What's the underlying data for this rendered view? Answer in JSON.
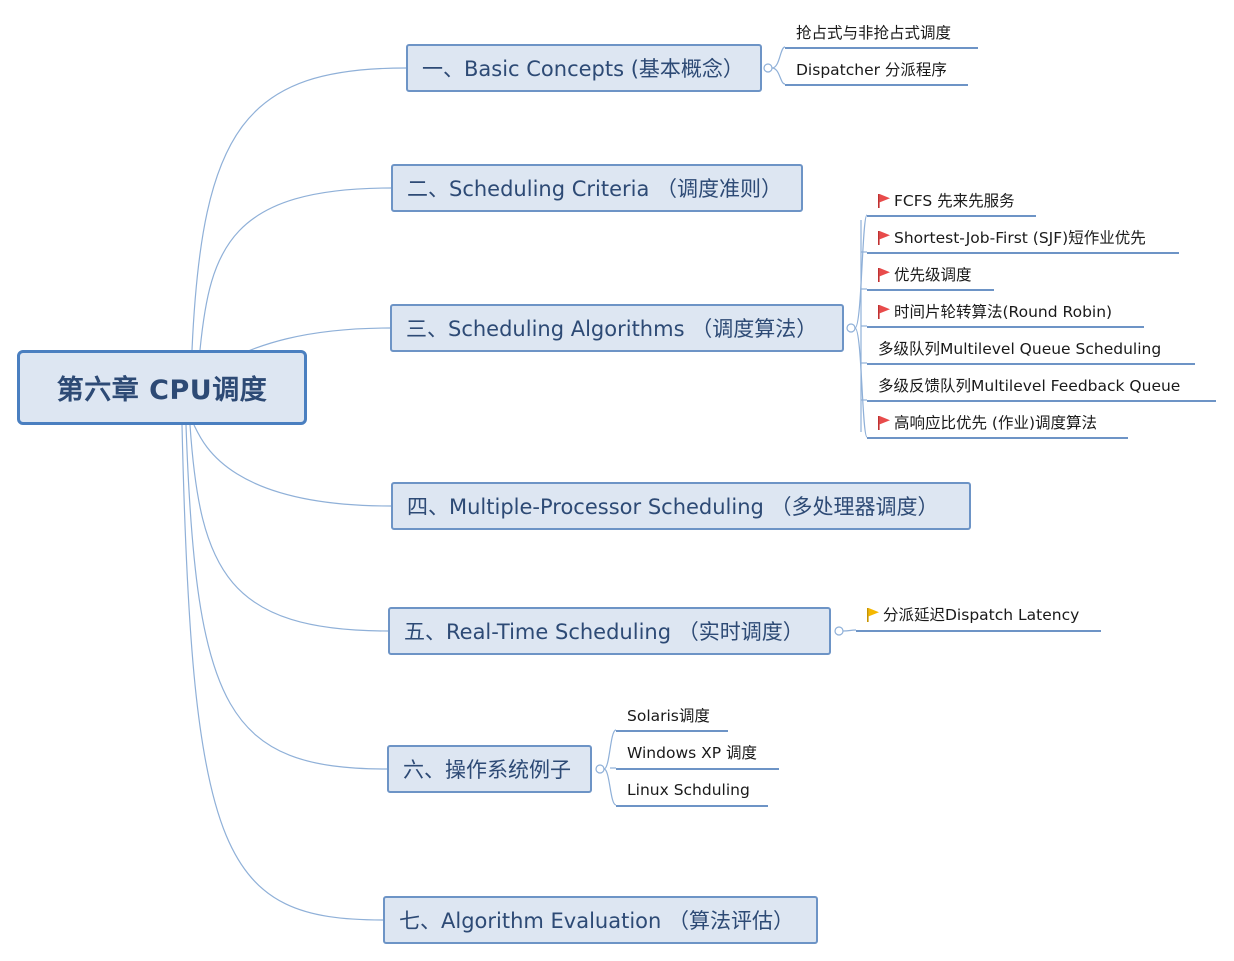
{
  "root": {
    "label": "第六章 CPU调度"
  },
  "topics": [
    {
      "label": "一、Basic Concepts (基本概念）",
      "children": [
        "抢占式与非抢占式调度",
        "Dispatcher 分派程序"
      ]
    },
    {
      "label": "二、Scheduling Criteria （调度准则）",
      "children": []
    },
    {
      "label": "三、Scheduling Algorithms （调度算法）",
      "children": [
        {
          "label": "FCFS 先来先服务",
          "flag": "red"
        },
        {
          "label": "Shortest-Job-First (SJF)短作业优先",
          "flag": "red"
        },
        {
          "label": "优先级调度",
          "flag": "red"
        },
        {
          "label": "时间片轮转算法(Round Robin)",
          "flag": "red"
        },
        {
          "label": "多级队列Multilevel Queue Scheduling",
          "flag": ""
        },
        {
          "label": "多级反馈队列Multilevel Feedback Queue",
          "flag": ""
        },
        {
          "label": "高响应比优先 (作业)调度算法",
          "flag": "red"
        }
      ]
    },
    {
      "label": "四、Multiple-Processor Scheduling （多处理器调度）",
      "children": []
    },
    {
      "label": "五、Real-Time Scheduling （实时调度）",
      "children": [
        {
          "label": "分派延迟Dispatch Latency",
          "flag": "orange"
        }
      ]
    },
    {
      "label": "六、操作系统例子",
      "children": [
        "Solaris调度",
        "Windows XP 调度",
        "Linux Schduling"
      ]
    },
    {
      "label": "七、Algorithm Evaluation （算法评估）",
      "children": []
    }
  ],
  "colors": {
    "node_fill": "#dde6f2",
    "node_border": "#6d94c6",
    "root_border": "#4a7fc0",
    "text": "#2d4a75",
    "link": "#8fb0d8",
    "flag_red": "#e84b4b",
    "flag_orange": "#f5b800"
  }
}
